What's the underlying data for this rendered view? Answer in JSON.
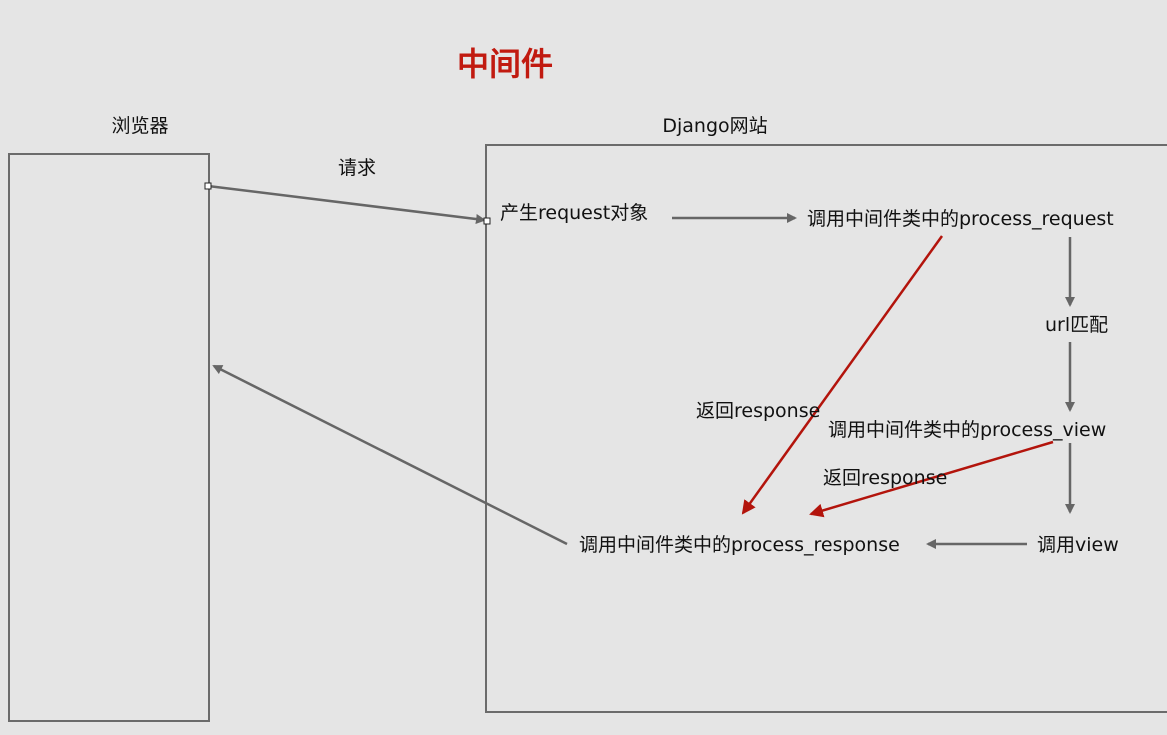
{
  "title": "中间件",
  "colors": {
    "title": "#c11a10",
    "return_arrow": "#b3140c",
    "flow_arrow": "#666666",
    "background": "#e5e5e5"
  },
  "browser": {
    "label": "浏览器"
  },
  "django": {
    "label": "Django网站"
  },
  "request_label": "请求",
  "nodes": {
    "create_request": "产生request对象",
    "process_request": "调用中间件类中的process_request",
    "url_match": "url匹配",
    "process_view": "调用中间件类中的process_view",
    "call_view": "调用view",
    "process_response": "调用中间件类中的process_response"
  },
  "return_labels": [
    "返回response",
    "返回response"
  ]
}
